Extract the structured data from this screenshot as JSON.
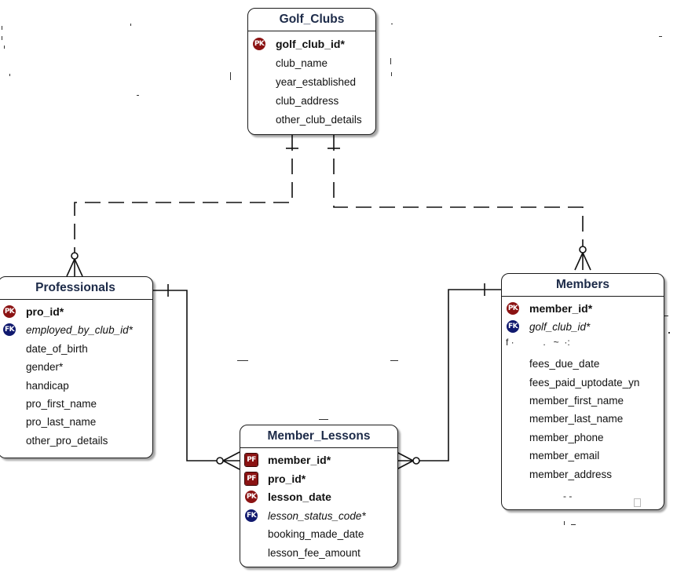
{
  "entities": {
    "golf_clubs": {
      "title": "Golf_Clubs",
      "attributes": [
        {
          "key": "PK",
          "name": "golf_club_id*"
        },
        {
          "key": "",
          "name": "club_name"
        },
        {
          "key": "",
          "name": "year_established"
        },
        {
          "key": "",
          "name": "club_address"
        },
        {
          "key": "",
          "name": "other_club_details"
        }
      ]
    },
    "professionals": {
      "title": "Professionals",
      "attributes": [
        {
          "key": "PK",
          "name": "pro_id*"
        },
        {
          "key": "FK",
          "name": "employed_by_club_id*"
        },
        {
          "key": "",
          "name": "date_of_birth"
        },
        {
          "key": "",
          "name": "gender*"
        },
        {
          "key": "",
          "name": "handicap"
        },
        {
          "key": "",
          "name": "pro_first_name"
        },
        {
          "key": "",
          "name": "pro_last_name"
        },
        {
          "key": "",
          "name": "other_pro_details"
        }
      ]
    },
    "members": {
      "title": "Members",
      "attributes": [
        {
          "key": "PK",
          "name": "member_id*"
        },
        {
          "key": "FK",
          "name": "golf_club_id*"
        },
        {
          "key": "",
          "name": "fees_due_date"
        },
        {
          "key": "",
          "name": "fees_paid_uptodate_yn"
        },
        {
          "key": "",
          "name": "member_first_name"
        },
        {
          "key": "",
          "name": "member_last_name"
        },
        {
          "key": "",
          "name": "member_phone"
        },
        {
          "key": "",
          "name": "member_email"
        },
        {
          "key": "",
          "name": "member_address"
        }
      ]
    },
    "member_lessons": {
      "title": "Member_Lessons",
      "attributes": [
        {
          "key": "PF",
          "name": "member_id*"
        },
        {
          "key": "PF",
          "name": "pro_id*"
        },
        {
          "key": "PK",
          "name": "lesson_date"
        },
        {
          "key": "FK",
          "name": "lesson_status_code*"
        },
        {
          "key": "",
          "name": "booking_made_date"
        },
        {
          "key": "",
          "name": "lesson_fee_amount"
        }
      ]
    }
  },
  "relationships": [
    {
      "from": "Golf_Clubs",
      "to": "Professionals",
      "cardinality": "one-to-many",
      "line": "dashed"
    },
    {
      "from": "Golf_Clubs",
      "to": "Members",
      "cardinality": "one-to-many",
      "line": "dashed"
    },
    {
      "from": "Professionals",
      "to": "Member_Lessons",
      "cardinality": "one-to-many",
      "line": "solid"
    },
    {
      "from": "Members",
      "to": "Member_Lessons",
      "cardinality": "one-to-many",
      "line": "solid"
    }
  ],
  "colors": {
    "pk_badge": "#8b1313",
    "fk_badge": "#10196e",
    "title_text": "#1c2a48",
    "lines": "#111111"
  }
}
